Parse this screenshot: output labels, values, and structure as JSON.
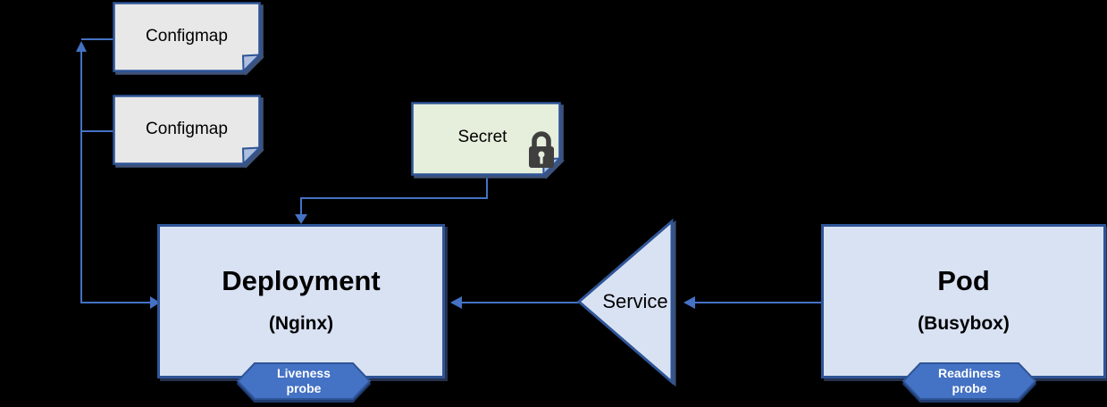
{
  "diagram": {
    "title": "kubernetes-resources-diagram",
    "background": "#000000",
    "nodes": {
      "configmap1": {
        "label": "Configmap",
        "shape": "note"
      },
      "configmap2": {
        "label": "Configmap",
        "shape": "note"
      },
      "secret": {
        "label": "Secret",
        "shape": "note",
        "icon": "lock-icon"
      },
      "deployment": {
        "title": "Deployment",
        "subtitle": "(Nginx)",
        "badge": {
          "line1": "Liveness",
          "line2": "probe"
        }
      },
      "service": {
        "label": "Service",
        "shape": "triangle"
      },
      "pod": {
        "title": "Pod",
        "subtitle": "(Busybox)",
        "badge": {
          "line1": "Readiness",
          "line2": "probe"
        }
      }
    },
    "edges": [
      {
        "from": "configmap1",
        "to": "deployment"
      },
      {
        "from": "configmap2",
        "to": "deployment"
      },
      {
        "from": "secret",
        "to": "deployment"
      },
      {
        "from": "service",
        "to": "deployment"
      },
      {
        "from": "pod",
        "to": "service"
      }
    ],
    "colors": {
      "node_border": "#2F5597",
      "note_gray_fill": "#E9E8E8",
      "note_green_fill": "#E6EFDC",
      "box_blue_fill": "#D9E2F3",
      "badge_fill": "#4472C4",
      "badge_text": "#FFFFFF",
      "arrow": "#4472C4",
      "lock": "#3F3F3F",
      "label_text": "#000000"
    }
  }
}
